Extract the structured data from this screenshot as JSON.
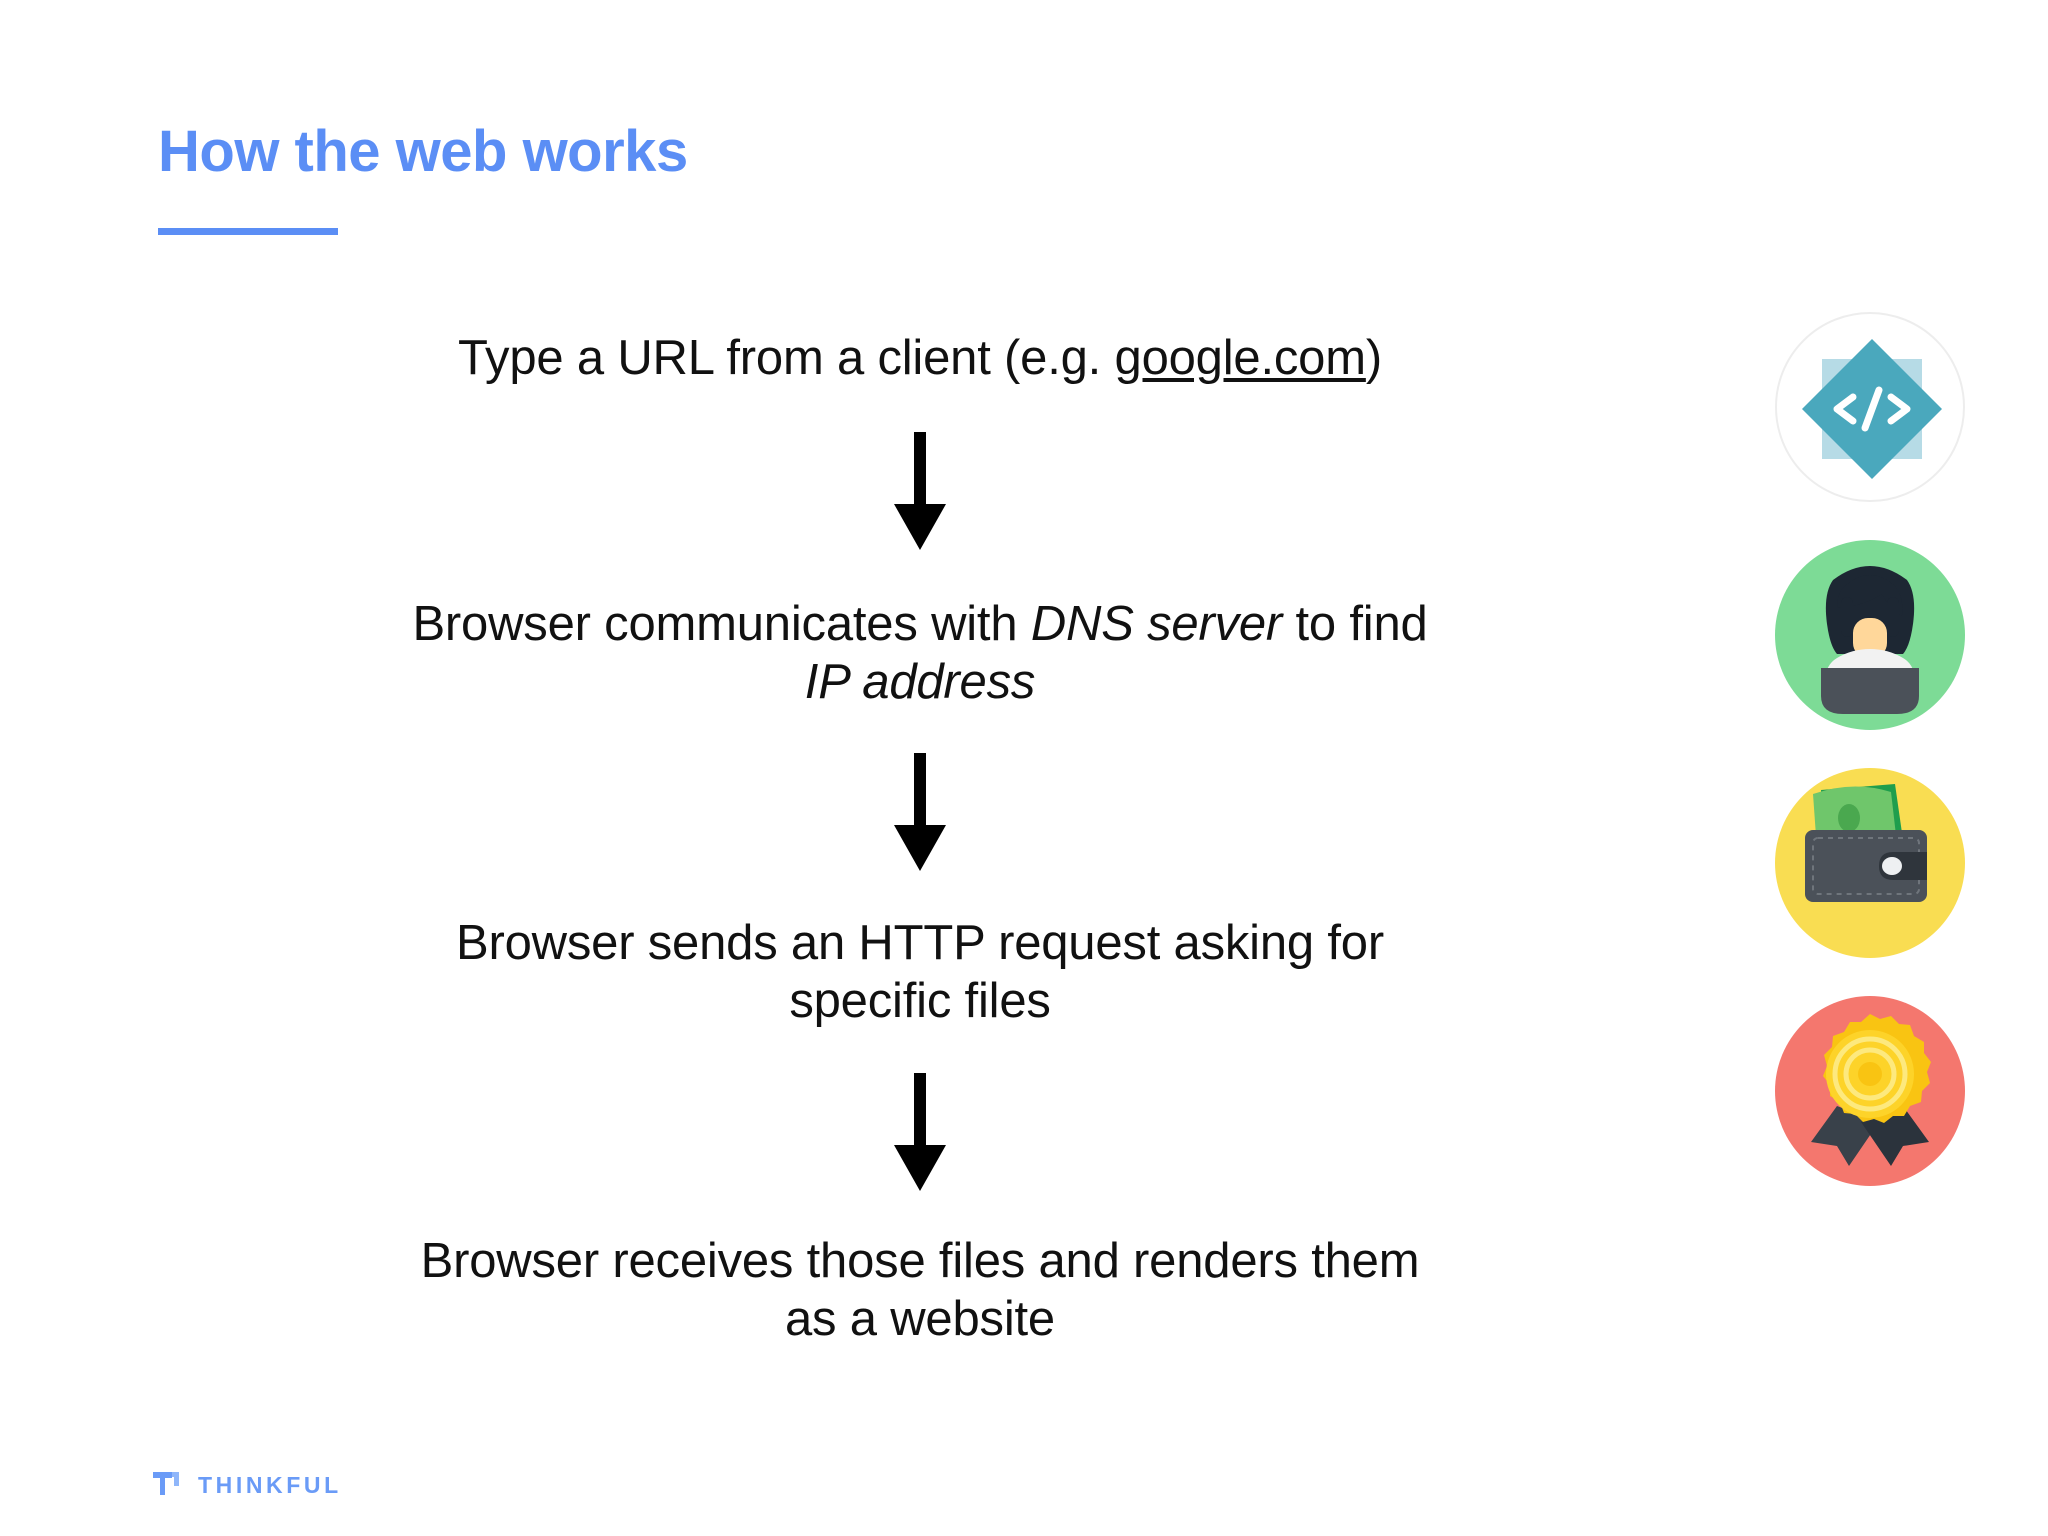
{
  "slide": {
    "title": "How the web works",
    "accent_color": "#5b8ef5",
    "background_color": "#ffffff",
    "text_color": "#111111"
  },
  "flow": {
    "steps": [
      {
        "id": "step-type-url",
        "parts": [
          {
            "text": "Type a URL from a client (e.g. ",
            "style": "normal"
          },
          {
            "text": "google.com",
            "style": "underline"
          },
          {
            "text": ")",
            "style": "normal"
          }
        ],
        "plain": "Type a URL from a client (e.g. google.com)"
      },
      {
        "id": "step-dns",
        "parts": [
          {
            "text": "Browser communicates with ",
            "style": "normal"
          },
          {
            "text": "DNS server",
            "style": "italic"
          },
          {
            "text": " to find ",
            "style": "normal"
          },
          {
            "text": "IP address",
            "style": "italic"
          }
        ],
        "plain": "Browser communicates with DNS server to find IP address"
      },
      {
        "id": "step-http-request",
        "parts": [
          {
            "text": "Browser sends an HTTP request asking for specific files",
            "style": "normal"
          }
        ],
        "plain": "Browser sends an HTTP request asking for specific files"
      },
      {
        "id": "step-render",
        "parts": [
          {
            "text": "Browser receives those files and renders them as a website",
            "style": "normal"
          }
        ],
        "plain": "Browser receives those files and renders them as a website"
      }
    ],
    "arrow_color": "#000000",
    "arrow_count": 3
  },
  "icons": [
    {
      "name": "code-diamond-icon",
      "circle_color": "#ffffff",
      "accent_color": "#4aa8bd",
      "glyph": "</>",
      "label": "code"
    },
    {
      "name": "developer-person-icon",
      "circle_color": "#7ddb96",
      "accent_color": "#4b5159",
      "label": "person-at-laptop"
    },
    {
      "name": "wallet-money-icon",
      "circle_color": "#f9dd52",
      "accent_color": "#4b5159",
      "label": "wallet-with-cash"
    },
    {
      "name": "award-ribbon-icon",
      "circle_color": "#f4776e",
      "accent_color": "#fdd329",
      "label": "award-rosette"
    }
  ],
  "logo": {
    "wordmark": "THINKFUL",
    "color": "#6a9bf7"
  }
}
